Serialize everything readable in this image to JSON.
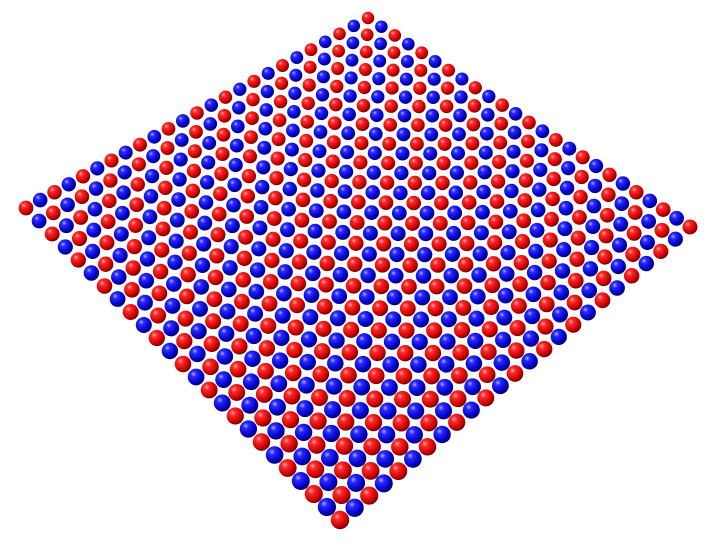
{
  "scene": {
    "subject": "atomic-lattice-sheet",
    "lattice": "square",
    "atoms_per_edge": 25,
    "pattern": "checkerboard",
    "atom_types": [
      {
        "name": "red-atom",
        "color": "#e00000"
      },
      {
        "name": "blue-atom",
        "color": "#0000d8"
      }
    ],
    "background": "#ffffff"
  }
}
